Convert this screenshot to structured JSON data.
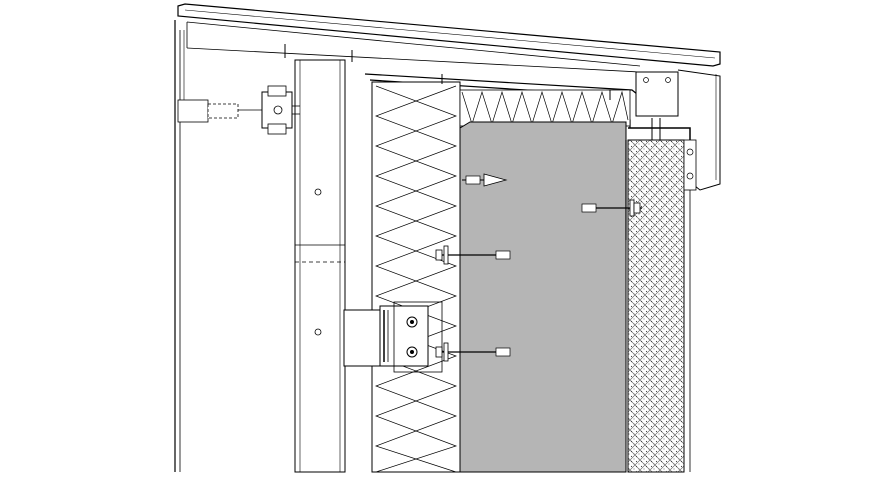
{
  "drawing": {
    "subject": "",
    "colors": {
      "background": "#ffffff",
      "line": "#000000",
      "thin_line": "#333333",
      "concrete": "#b5b5b5",
      "cladding_fill": "#ffffff",
      "hatch": "#555555"
    },
    "components": [
      {
        "name": "roof-coping",
        "label": ""
      },
      {
        "name": "edge-flashing",
        "label": ""
      },
      {
        "name": "mullion-post",
        "label": ""
      },
      {
        "name": "insulation-batt",
        "label": ""
      },
      {
        "name": "concrete-wall",
        "label": ""
      },
      {
        "name": "anchor-bolt",
        "label": ""
      },
      {
        "name": "bracket-plate",
        "label": ""
      },
      {
        "name": "stone-cladding",
        "label": ""
      }
    ]
  }
}
